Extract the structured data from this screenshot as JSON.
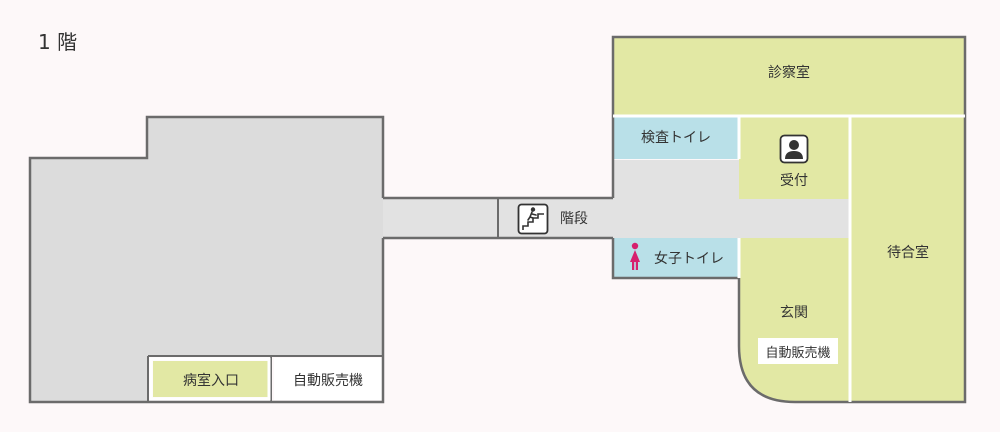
{
  "floor": {
    "title": "1 階"
  },
  "rooms": {
    "examination_room": "診察室",
    "exam_toilet": "検査トイレ",
    "reception": "受付",
    "stairs": "階段",
    "womens_toilet": "女子トイレ",
    "waiting_room": "待合室",
    "entrance": "玄関",
    "entrance_vending": "自動販売機",
    "ward_entrance": "病室入口",
    "ward_vending": "自動販売機"
  },
  "icons": {
    "reception": "person-icon",
    "stairs": "stairs-icon",
    "womens_toilet": "woman-icon"
  },
  "colors": {
    "room_green": "#e2e8a4",
    "toilet_blue": "#b9e0e8",
    "corridor_gray": "#e2e2e2",
    "building_gray": "#dcdcdc",
    "wall": "#6b6b6b",
    "accent_pink": "#d6206e",
    "background": "#fdf8f9"
  }
}
